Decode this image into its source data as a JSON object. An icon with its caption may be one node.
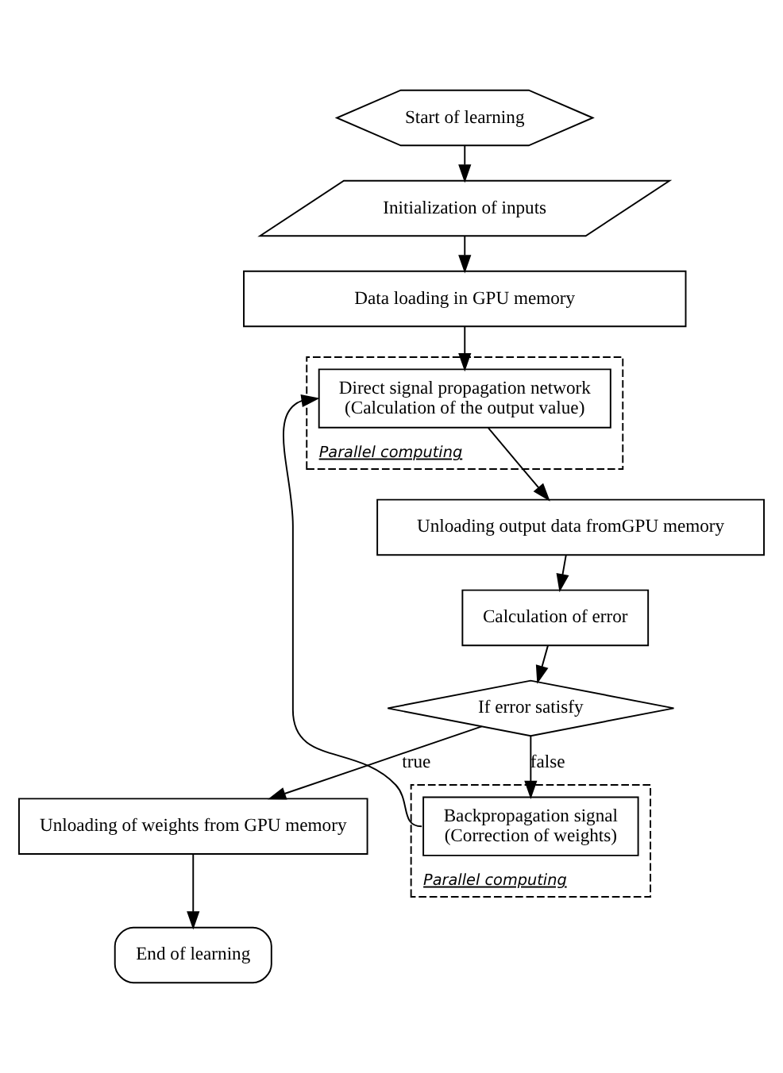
{
  "diagram": {
    "nodes": [
      {
        "text": [
          "Start of learning"
        ]
      },
      {
        "text": [
          "Initialization of inputs"
        ]
      },
      {
        "text": [
          "Data loading in GPU memory"
        ]
      },
      {
        "text": [
          "Parallel computing"
        ]
      },
      {
        "text": [
          "Direct signal propagation network",
          "(Calculation of the output value)"
        ],
        "in": 3
      },
      {
        "text": [
          "Unloading output data fromGPU memory"
        ]
      },
      {
        "text": [
          "Calculation of error"
        ]
      },
      {
        "text": [
          "If error satisfy"
        ]
      },
      {
        "text": [
          "Parallel computing"
        ]
      },
      {
        "text": [
          "Backpropagation signal",
          "(Correction of weights)"
        ],
        "in": 8
      },
      {
        "text": [
          "Unloading of weights from GPU memory"
        ]
      },
      {
        "text": [
          "End of learning"
        ]
      }
    ],
    "edges": [
      {
        "from": 0,
        "to": 1,
        "arrow": "to"
      },
      {
        "from": 1,
        "to": 2,
        "arrow": "to"
      },
      {
        "from": 2,
        "to": 4,
        "arrow": "to"
      },
      {
        "from": 4,
        "to": 5,
        "arrow": "to"
      },
      {
        "from": 5,
        "to": 6,
        "arrow": "to"
      },
      {
        "from": 6,
        "to": 7,
        "arrow": "to"
      },
      {
        "from": 7,
        "to": 9,
        "arrow": "to",
        "label": "false"
      },
      {
        "from": 7,
        "to": 10,
        "arrow": "to",
        "label": "true"
      },
      {
        "from": 10,
        "to": 11,
        "arrow": "to"
      },
      {
        "from": 9,
        "to": 4,
        "arrow": "to"
      }
    ]
  }
}
